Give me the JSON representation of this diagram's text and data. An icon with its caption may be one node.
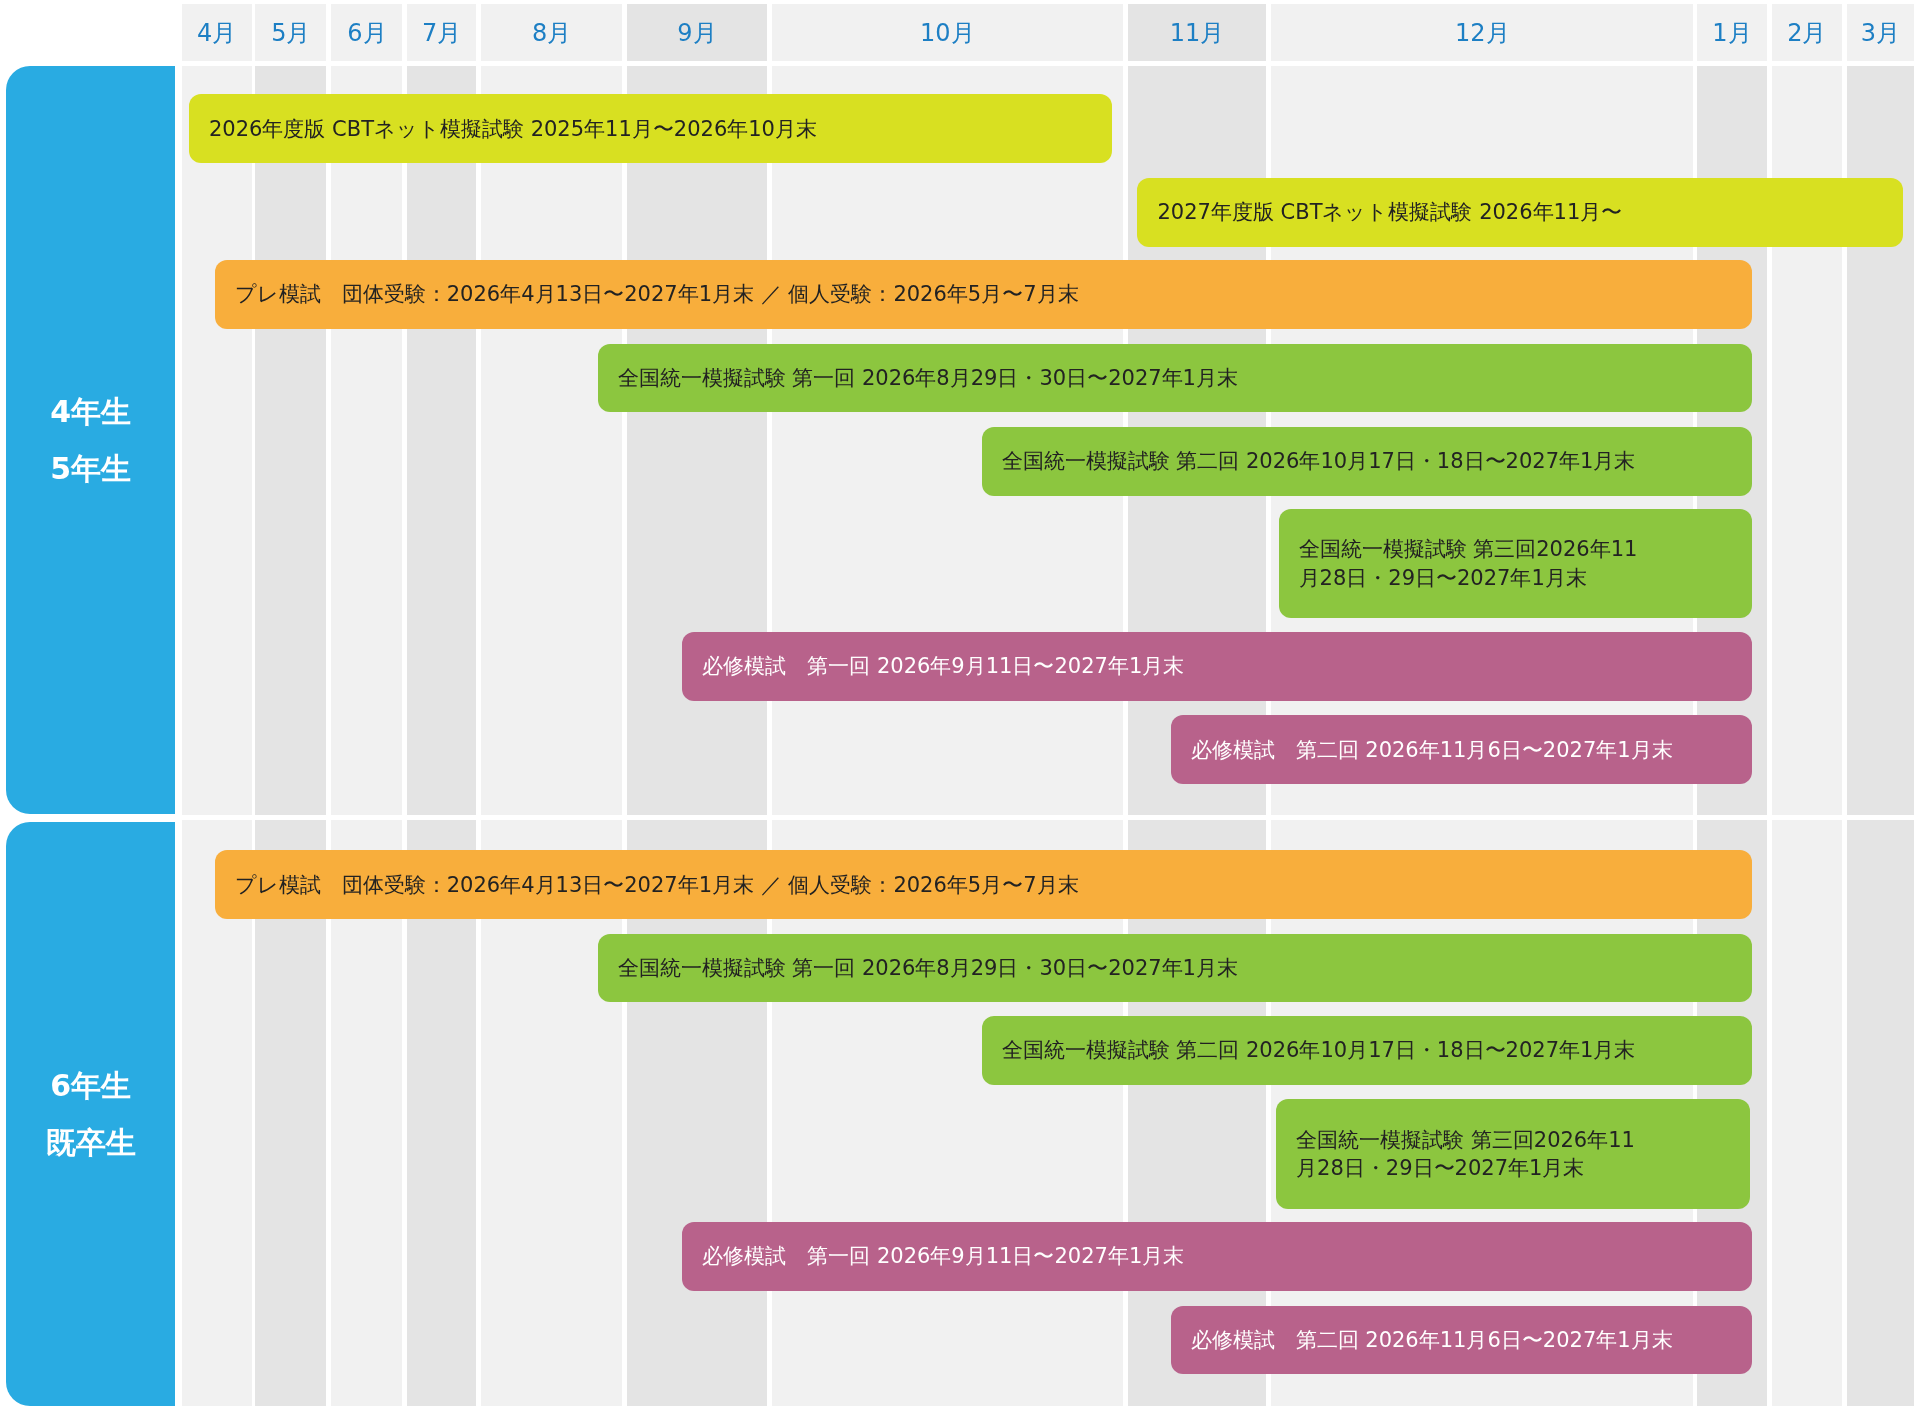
{
  "diagram": {
    "nodes": [
      {
        "text": [
          "4年生5年生"
        ]
      },
      {
        "text": [
          "2026年度版 CBTネット模擬試験 2025年11月〜2026年10月末"
        ]
      },
      {
        "text": [
          "2027年度版 CBTネット模擬試験 2026年11月〜"
        ]
      },
      {
        "text": [
          "プレ模試　団体受験：2026年4月13日〜2027年1月末 ／ 個人受験：2026年5月〜7月末"
        ]
      },
      {
        "text": [
          "全国統一模擬試験 第一回 2026年8月29日・30日〜2027年1月末"
        ]
      },
      {
        "text": [
          "全国統一模擬試験 第二回 2026年10月17日・18日〜2027年1月末"
        ]
      },
      {
        "text": [
          "全国統一模擬試験 第三回2026年11月28日・29日〜2027年1月末"
        ]
      },
      {
        "text": [
          "必修模試　第一回 2026年9月11日〜2027年1月末"
        ]
      },
      {
        "text": [
          "必修模試　第二回 2026年11月6日〜2027年1月末"
        ]
      },
      {
        "text": [
          "6年生既卒生"
        ]
      },
      {
        "text": [
          "プレ模試　団体受験：2026年4月13日〜2027年1月末 ／ 個人受験：2026年5月〜7月末"
        ]
      },
      {
        "text": [
          "全国統一模擬試験 第一回 2026年8月29日・30日〜2027年1月末"
        ]
      },
      {
        "text": [
          "全国統一模擬試験 第二回 2026年10月17日・18日〜2027年1月末"
        ]
      },
      {
        "text": [
          "全国統一模擬試験 第三回2026年11月28日・29日〜2027年1月末"
        ]
      },
      {
        "text": [
          "必修模試　第一回 2026年9月11日〜2027年1月末"
        ]
      },
      {
        "text": [
          "必修模試　第二回 2026年11月6日〜2027年1月末"
        ]
      }
    ],
    "edges": [],
    "labels": [
      "4月",
      "5月",
      "6月",
      "7月",
      "8月",
      "9月",
      "10月",
      "11月",
      "12月",
      "1月",
      "2月",
      "3月"
    ]
  }
}
